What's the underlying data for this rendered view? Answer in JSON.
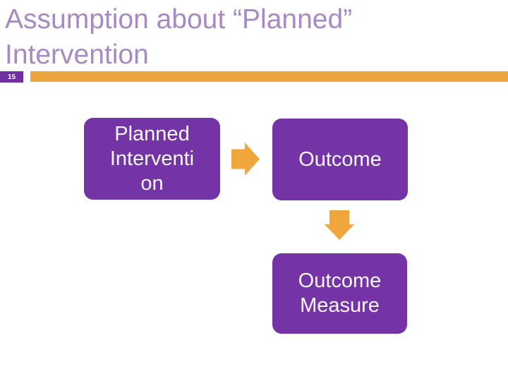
{
  "slide": {
    "title_lines": [
      "Assumption about “Planned”",
      "Intervention"
    ],
    "page_number": "15"
  },
  "diagram": {
    "boxes": [
      {
        "id": "planned-intervention",
        "lines": [
          "Planned",
          "Interventi",
          "on"
        ]
      },
      {
        "id": "outcome",
        "lines": [
          "Outcome"
        ]
      },
      {
        "id": "outcome-measure",
        "lines": [
          "Outcome",
          "Measure"
        ]
      }
    ],
    "connectors": [
      {
        "id": "planned-to-outcome",
        "type": "arrow-right"
      },
      {
        "id": "outcome-to-measure",
        "type": "arrow-down"
      }
    ]
  },
  "colors": {
    "title_color": "#a689c5",
    "box_fill": "#7434a6",
    "box_text": "#fbf7fc",
    "accent_bar": "#eda63f",
    "arrow": "#efa63c",
    "badge_fill": "#7030a0",
    "badge_text": "#ffffff"
  }
}
